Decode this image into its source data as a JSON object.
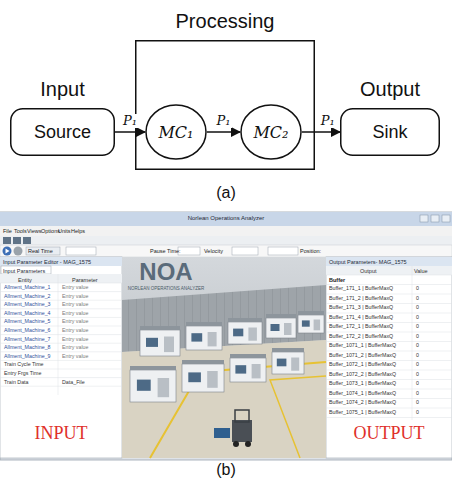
{
  "diagram": {
    "nodes": [
      {
        "text": [
          "Input",
          "Source"
        ]
      },
      {
        "text": [
          "Processing"
        ]
      },
      {
        "text": [
          "MC₁"
        ],
        "in": 1
      },
      {
        "text": [
          "MC₂"
        ],
        "in": 1
      },
      {
        "text": [
          "Output",
          "Sink"
        ]
      }
    ],
    "edges": [
      {
        "from": 0,
        "to": 2,
        "arrow": "to",
        "label": "P₁"
      },
      {
        "from": 2,
        "to": 3,
        "arrow": "to",
        "label": "P₁"
      },
      {
        "from": 3,
        "to": 4,
        "arrow": "to",
        "label": "P₁"
      }
    ],
    "labels": [
      "Norlean Operations Analyzer",
      "File",
      "Tools",
      "Views",
      "Options",
      "Units",
      "Helps",
      "Real Time",
      "Pause Time:",
      "Velocity",
      "Position:",
      "Input Parameter Editor - MAG_1575",
      "Input Parameters",
      "Entity",
      "Parameter",
      "Allment_Machine_1",
      "Allment_Machine_2",
      "Allment_Machine_3",
      "Allment_Machine_4",
      "Allment_Machine_5",
      "Allment_Machine_6",
      "Allment_Machine_7",
      "Allment_Machine_8",
      "Allment_Machine_9",
      "Entry value",
      "Entry value",
      "Entry value",
      "Entry value",
      "Entry value",
      "Entry value",
      "Entry value",
      "Entry value",
      "Entry value",
      "Train Cycle Time",
      "Entry Frgs Time",
      "Train Data",
      "Data_File",
      "NOA",
      "NORLEAN OPERATIONS ANALYZER",
      "Output Parameters- MAG_1575",
      "Output",
      "Value",
      "Buffer",
      "Buffer_171_1 | BufferMaxQ",
      "Buffer_171_2 | BufferMaxQ",
      "Buffer_171_3 | BufferMaxQ",
      "Buffer_171_4 | BufferMaxQ",
      "Buffer_172_1 | BufferMaxQ",
      "Buffer_172_2 | BufferMaxQ",
      "Buffer_1071_1 | BufferMaxQ",
      "Buffer_1071_2 | BufferMaxQ",
      "Buffer_1072_1 | BufferMaxQ",
      "Buffer_1072_2 | BufferMaxQ",
      "Buffer_1073_1 | BufferMaxQ",
      "Buffer_1074_1 | BufferMaxQ",
      "Buffer_1074_2 | BufferMaxQ",
      "Buffer_1075_1 | BufferMaxQ",
      "0",
      "0",
      "0",
      "0",
      "0",
      "0",
      "0",
      "0",
      "0",
      "0",
      "0",
      "0",
      "0",
      "0",
      "INPUT",
      "OUTPUT",
      "(a)",
      "(b)"
    ]
  }
}
